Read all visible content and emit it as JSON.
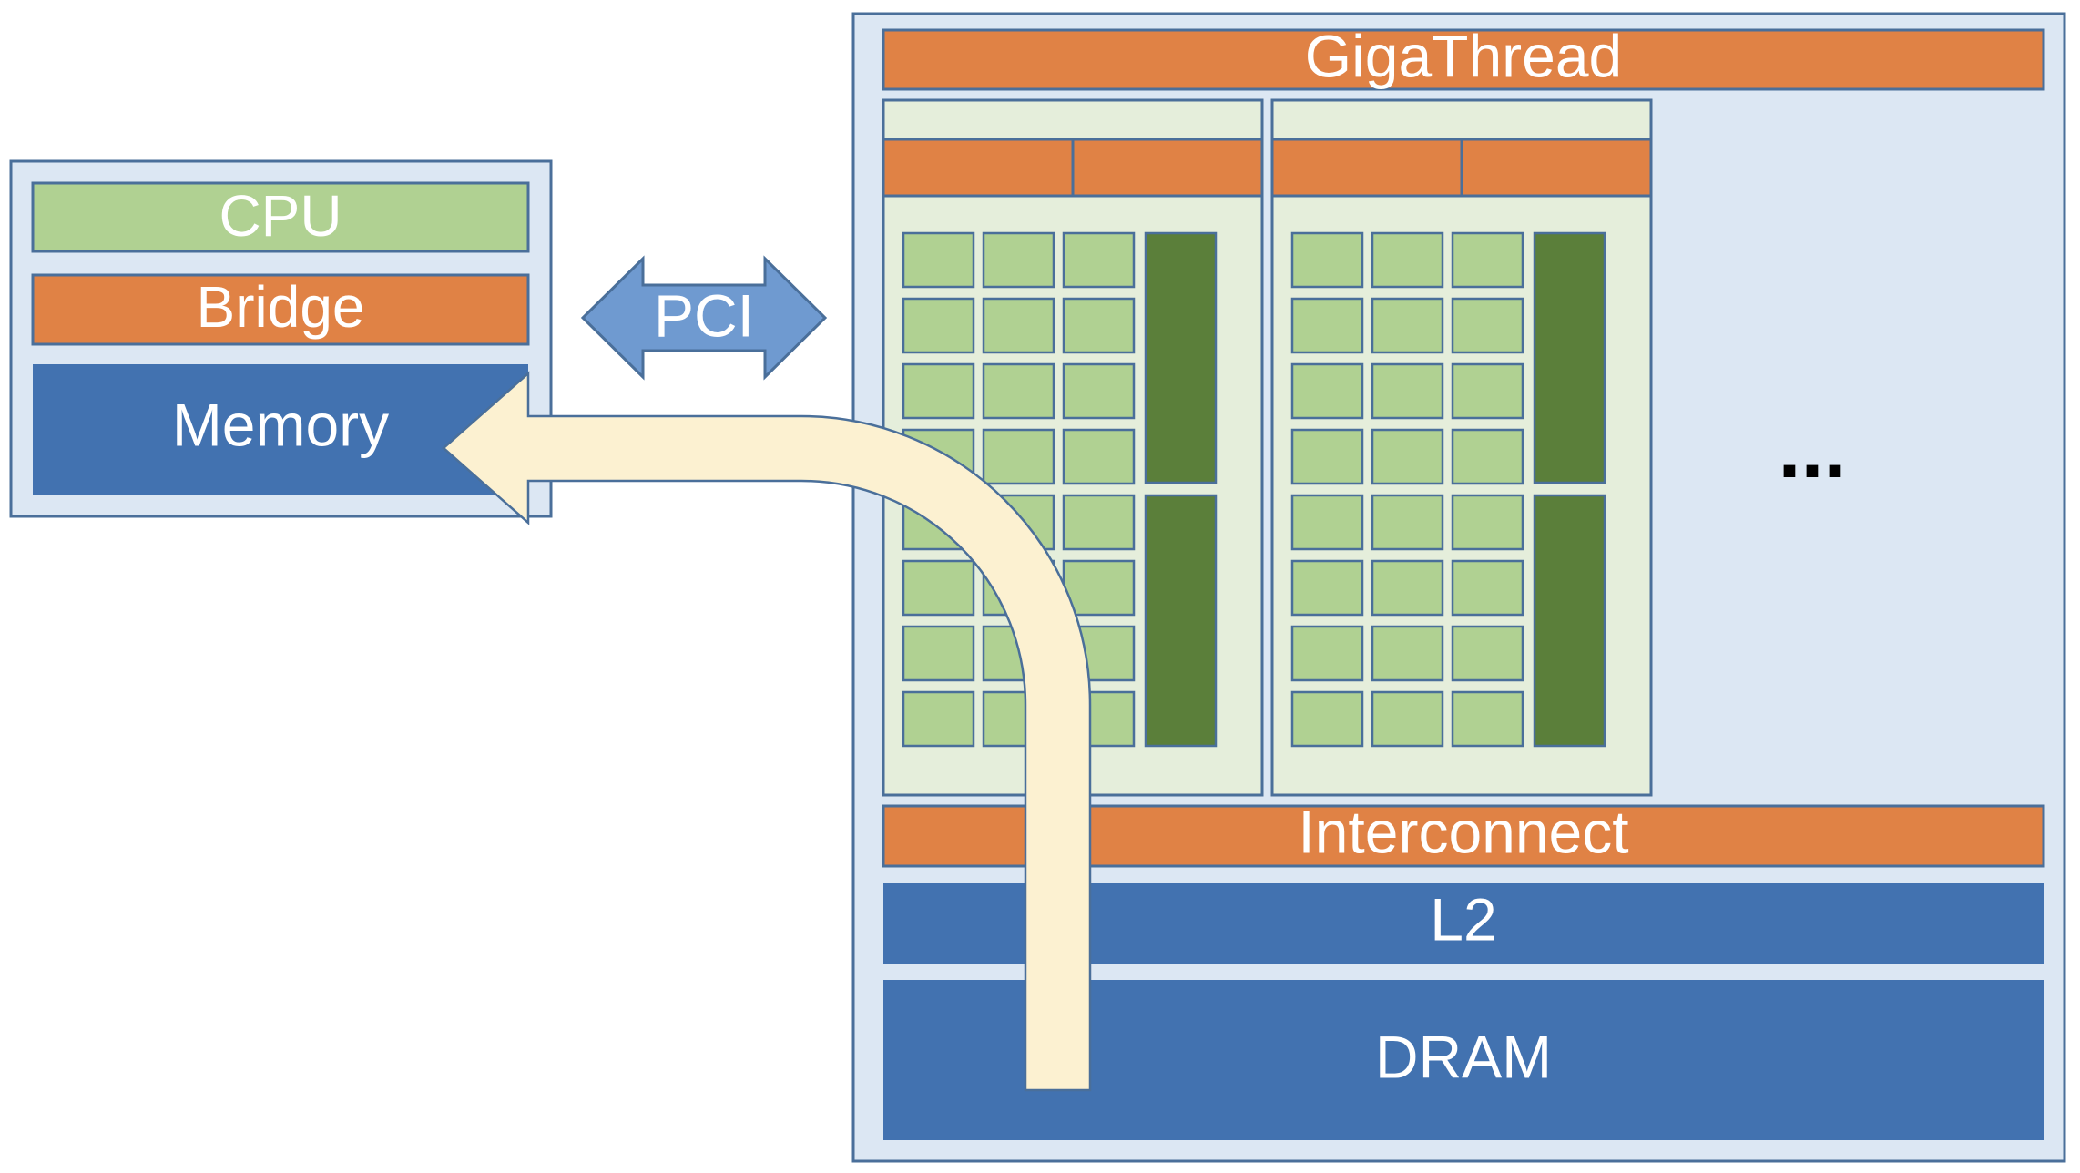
{
  "host": {
    "cpu_label": "CPU",
    "bridge_label": "Bridge",
    "memory_label": "Memory"
  },
  "pci_label": "PCI",
  "gpu": {
    "gigathread_label": "GigaThread",
    "interconnect_label": "Interconnect",
    "l2_label": "L2",
    "dram_label": "DRAM",
    "ellipsis": "...",
    "sm_count": 2,
    "core_rows": 8,
    "core_cols": 3
  },
  "colors": {
    "cpu_green": "#b0d192",
    "orange": "#e08245",
    "blue": "#4272b0",
    "dark_green": "#5b7f3a",
    "gpu_bg": "#dce7f3",
    "sm_bg": "#e5eedb",
    "pci_blue": "#6f9ad0",
    "arrow_cream": "#fcf1d1",
    "outline": "#4a6f9a"
  }
}
